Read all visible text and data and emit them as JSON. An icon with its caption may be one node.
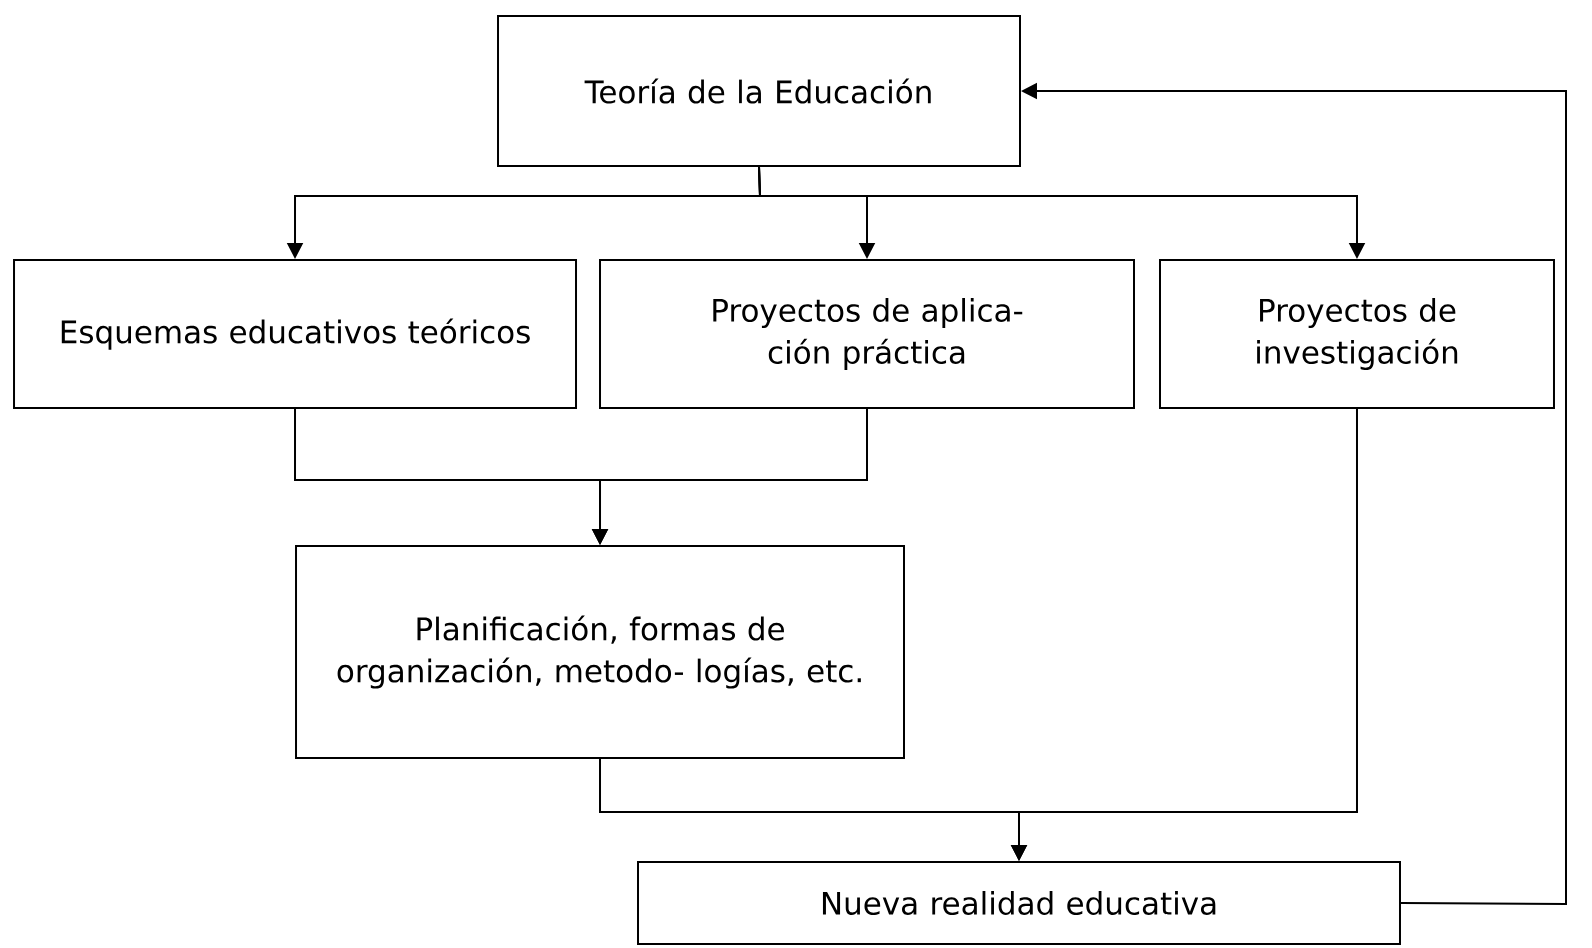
{
  "diagram": {
    "nodes": [
      {
        "text": [
          "Teoría de la Educación"
        ]
      },
      {
        "text": [
          "Esquemas educativos teóricos"
        ]
      },
      {
        "text": [
          "Proyectos de aplica- ción práctica"
        ]
      },
      {
        "text": [
          "Proyectos de investigación"
        ]
      },
      {
        "text": [
          "Planificación, formas de organización, metodo- logías, etc."
        ]
      },
      {
        "text": [
          "Nueva realidad educativa"
        ]
      }
    ],
    "edges": [
      {
        "from": 0,
        "to": 1,
        "arrow": "to"
      },
      {
        "from": 0,
        "to": 2,
        "arrow": "to"
      },
      {
        "from": 0,
        "to": 3,
        "arrow": "to"
      },
      {
        "from": 1,
        "to": 4,
        "arrow": "to"
      },
      {
        "from": 2,
        "to": 4,
        "arrow": "to"
      },
      {
        "from": 4,
        "to": 5,
        "arrow": "to"
      },
      {
        "from": 3,
        "to": 5,
        "arrow": "to"
      },
      {
        "from": 5,
        "to": 0,
        "arrow": "to"
      }
    ]
  }
}
